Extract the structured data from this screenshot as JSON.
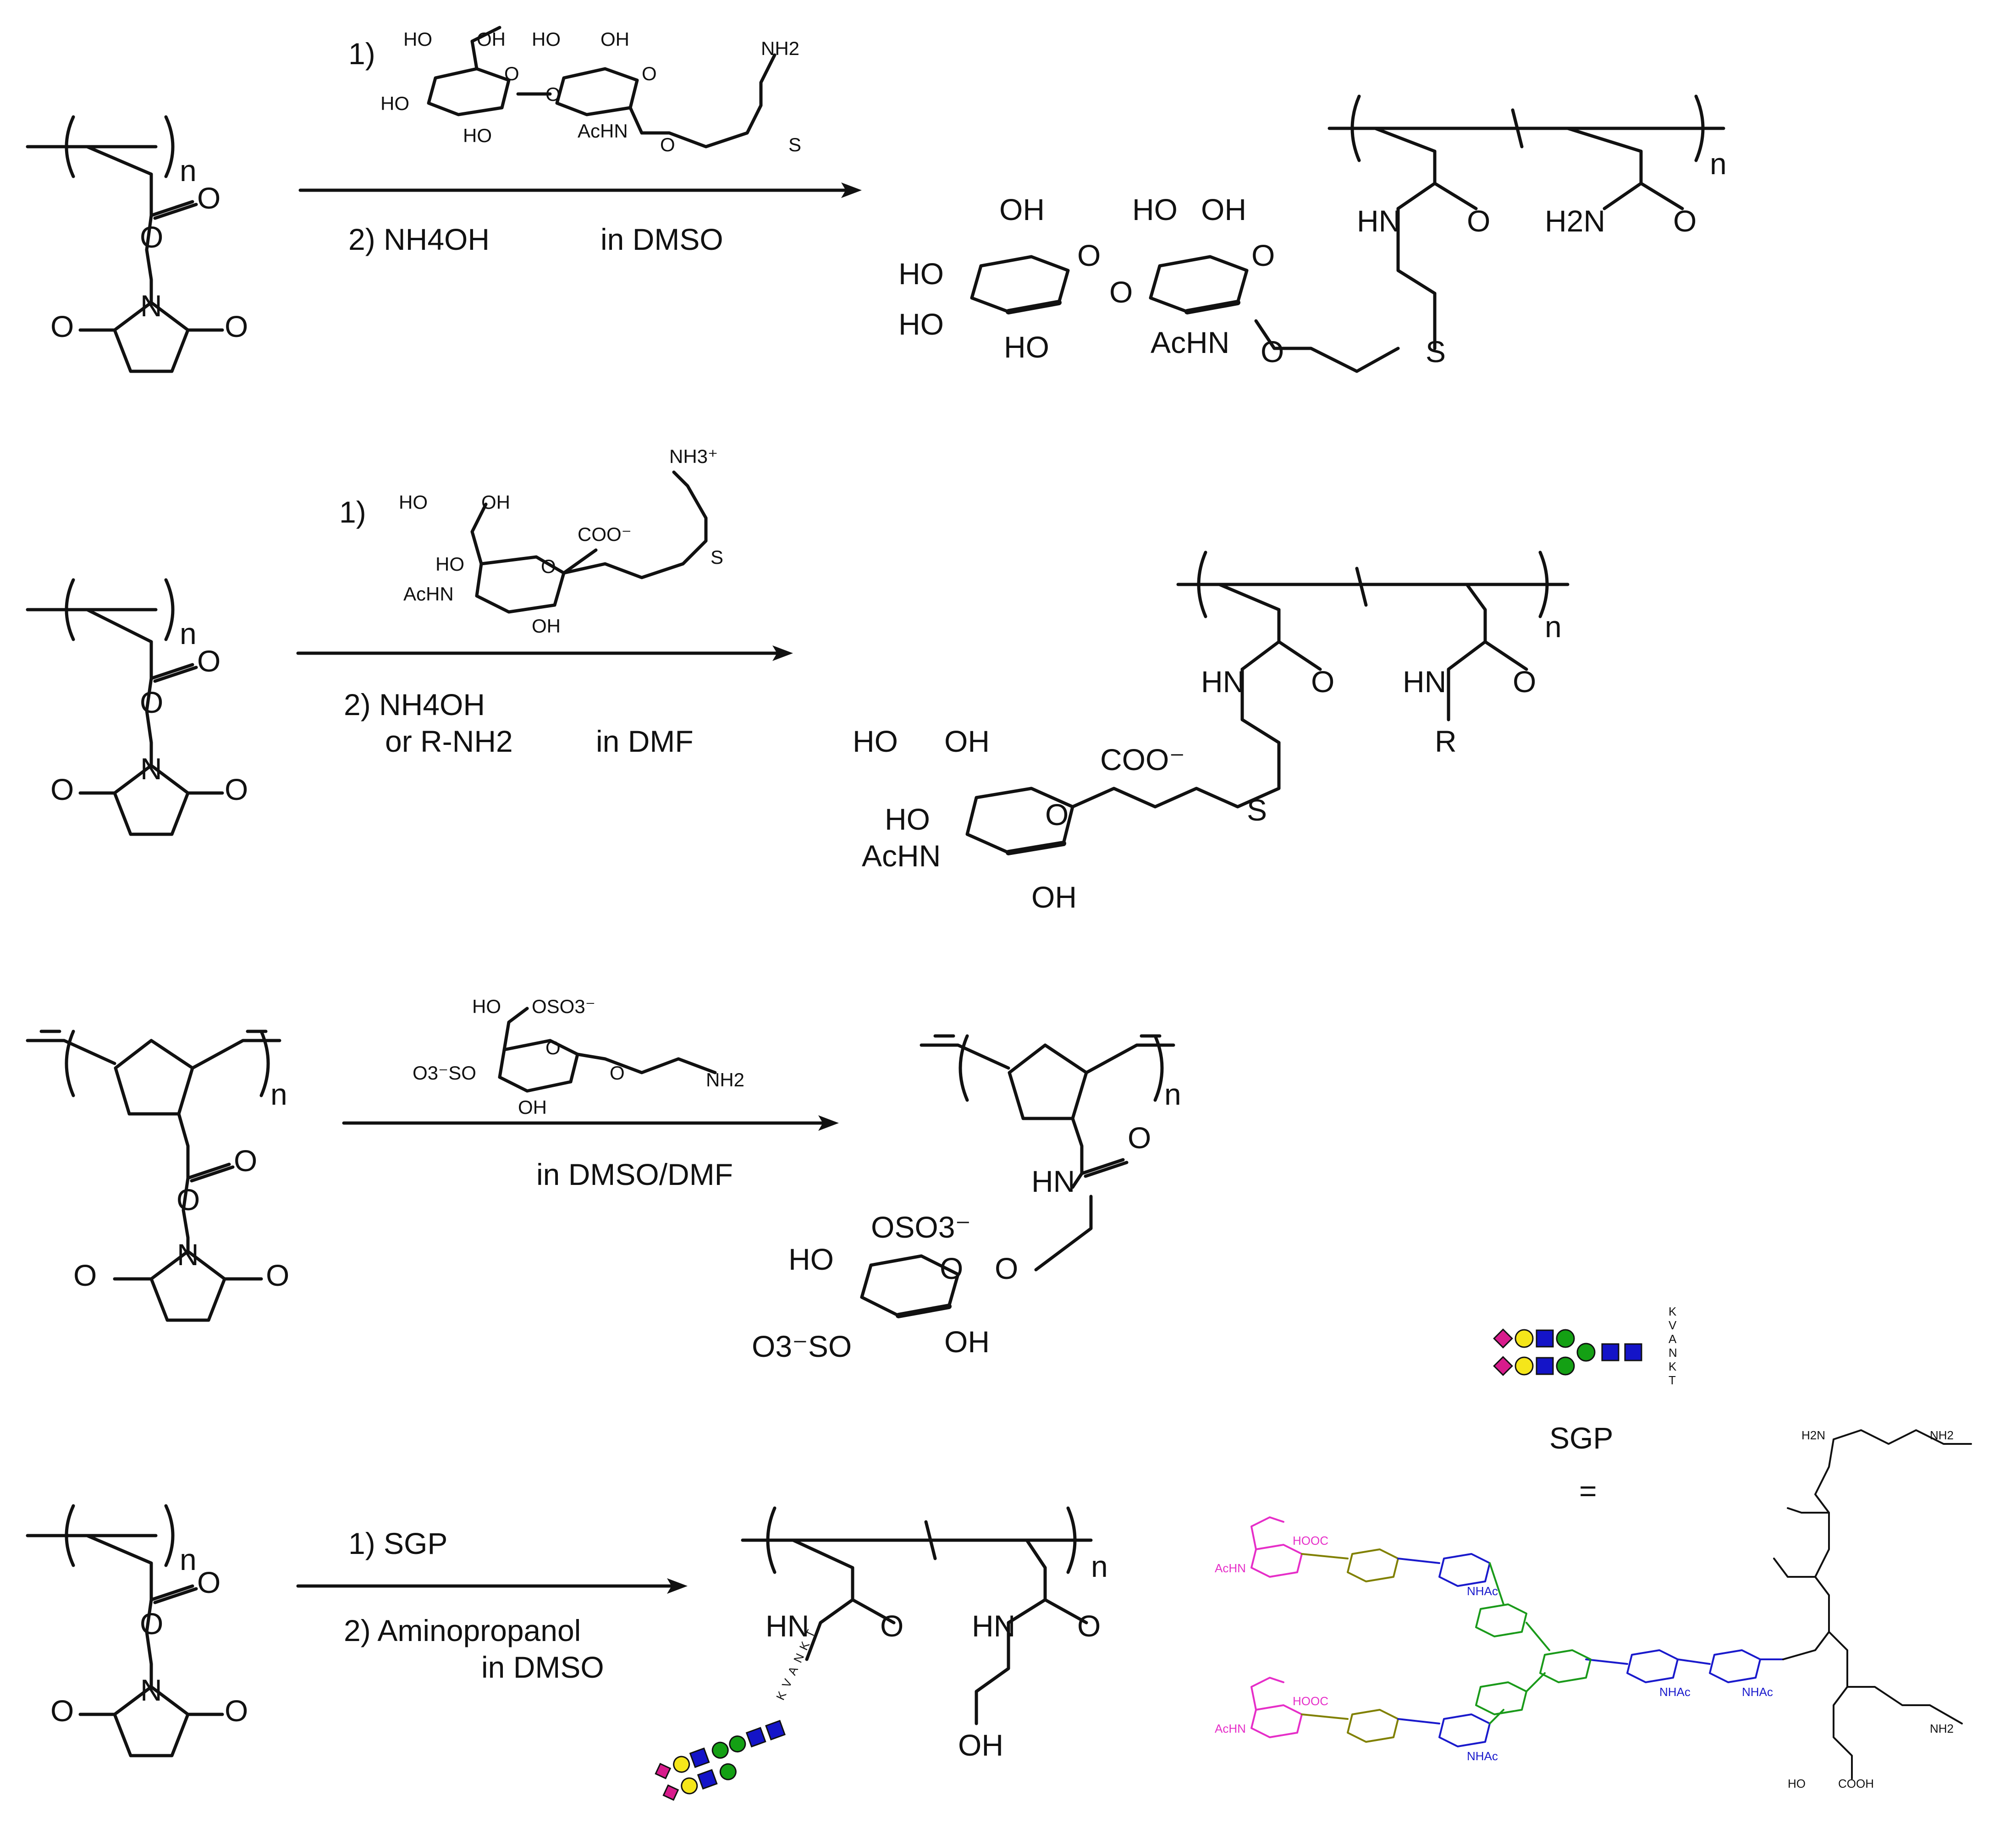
{
  "reactions": [
    {
      "step1_label": "1)",
      "step2_label": "2) NH4OH",
      "solvent": "in DMSO",
      "reagent_labels": [
        "HO",
        "OH",
        "HO",
        "HO",
        "OH",
        "HO",
        "O",
        "O",
        "O",
        "AcHN",
        "O",
        "S",
        "NH2"
      ],
      "product_labels": [
        "HO",
        "OH",
        "HO",
        "OH",
        "HO",
        "HO",
        "AcHN",
        "O",
        "O",
        "O",
        "O",
        "S",
        "HN",
        "O",
        "H2N",
        "O",
        "n"
      ]
    },
    {
      "step1_label": "1)",
      "step2_label": "2) NH4OH",
      "step2_alt": "or R-NH2",
      "solvent": "in DMF",
      "reagent_labels": [
        "HO",
        "OH",
        "HO",
        "AcHN",
        "OH",
        "O",
        "COO⁻",
        "S",
        "NH3⁺"
      ],
      "product_labels": [
        "HO",
        "OH",
        "HO",
        "AcHN",
        "OH",
        "O",
        "COO⁻",
        "S",
        "HN",
        "O",
        "HN",
        "O",
        "R",
        "n"
      ]
    },
    {
      "solvent": "in DMSO/DMF",
      "reagent_labels": [
        "HO",
        "OSO3⁻",
        "O3⁻SO",
        "OH",
        "O",
        "O",
        "NH2"
      ],
      "product_labels": [
        "HN",
        "O",
        "OSO3⁻",
        "HO",
        "O",
        "O",
        "O3⁻SO",
        "OH",
        "n"
      ]
    },
    {
      "step1_label": "1) SGP",
      "step2_label": "2) Aminopropanol",
      "solvent": "in DMSO",
      "product_labels": [
        "HN",
        "O",
        "HN",
        "O",
        "OH",
        "n"
      ]
    }
  ],
  "starting_material_labels": [
    "O",
    "O",
    "N",
    "O",
    "O",
    "n"
  ],
  "sgp": {
    "name": "SGP",
    "equals": "=",
    "peptide": [
      "K",
      "V",
      "A",
      "N",
      "K",
      "T"
    ],
    "structure_labels": [
      "H2N",
      "NH2",
      "NH2",
      "HO",
      "COOH",
      "NHAc",
      "NHAc",
      "NHAc",
      "NHAc",
      "AcHN",
      "AcHN",
      "HOOC",
      "HOOC"
    ]
  },
  "colors": {
    "sialic_acid": "#e62ec8",
    "galactose": "#808000",
    "glcnac": "#1a1acc",
    "mannose": "#1a9a1a",
    "neu5ac_symbol": "#d81b8c",
    "gal_symbol": "#f5e61a",
    "glcnac_symbol": "#1414c8",
    "man_symbol": "#14a014"
  }
}
